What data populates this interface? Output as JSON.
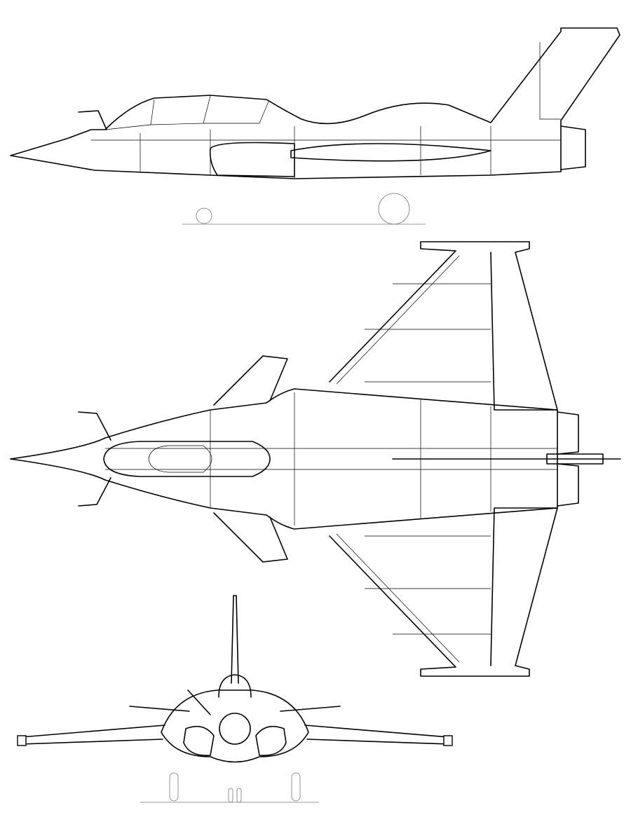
{
  "colors": {
    "line": "#000000",
    "background": "#ffffff",
    "ground_line": "#777777"
  },
  "views": [
    "side",
    "top",
    "front"
  ]
}
